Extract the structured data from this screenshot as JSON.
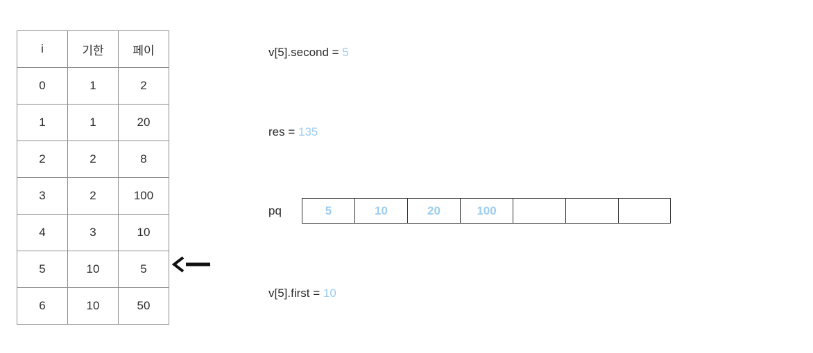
{
  "table": {
    "headers": [
      "i",
      "기한",
      "페이"
    ],
    "rows": [
      [
        "0",
        "1",
        "2"
      ],
      [
        "1",
        "1",
        "20"
      ],
      [
        "2",
        "2",
        "8"
      ],
      [
        "3",
        "2",
        "100"
      ],
      [
        "4",
        "3",
        "10"
      ],
      [
        "5",
        "10",
        "5"
      ],
      [
        "6",
        "10",
        "50"
      ]
    ]
  },
  "pointer": {
    "icon": "left-arrow-icon",
    "points_to_row_index": 5
  },
  "annotations": {
    "second_label": "v[5].second = ",
    "second_value": "5",
    "res_label": "res = ",
    "res_value": "135",
    "first_label": "v[5].first = ",
    "first_value": "10"
  },
  "pq": {
    "label": "pq",
    "cells": [
      "5",
      "10",
      "20",
      "100",
      "",
      "",
      ""
    ]
  },
  "colors": {
    "value_blue": "#9ccdf0",
    "text_dark": "#2b2b2b",
    "table_border": "#8c8c8c",
    "pq_border": "#2e2e2e"
  }
}
